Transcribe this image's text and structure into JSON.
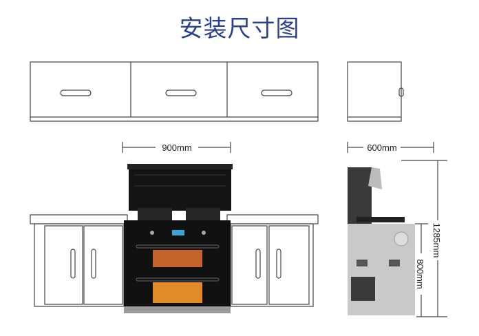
{
  "title": "安装尺寸图",
  "dimensions": {
    "width_front": "900mm",
    "depth_side": "600mm",
    "total_height": "1285mm",
    "counter_height": "800mm"
  },
  "colors": {
    "title": "#2b3f8f",
    "appliance": "#141414",
    "side_panel": "#c9c9c9"
  }
}
